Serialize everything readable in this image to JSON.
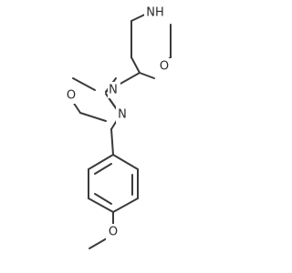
{
  "molecule": {
    "atoms": {
      "nh": "NH",
      "morpholine_o": "O",
      "oxadiazole_n2": "N",
      "oxadiazole_o": "O",
      "oxadiazole_n4": "N",
      "methoxy_o": "O"
    }
  }
}
